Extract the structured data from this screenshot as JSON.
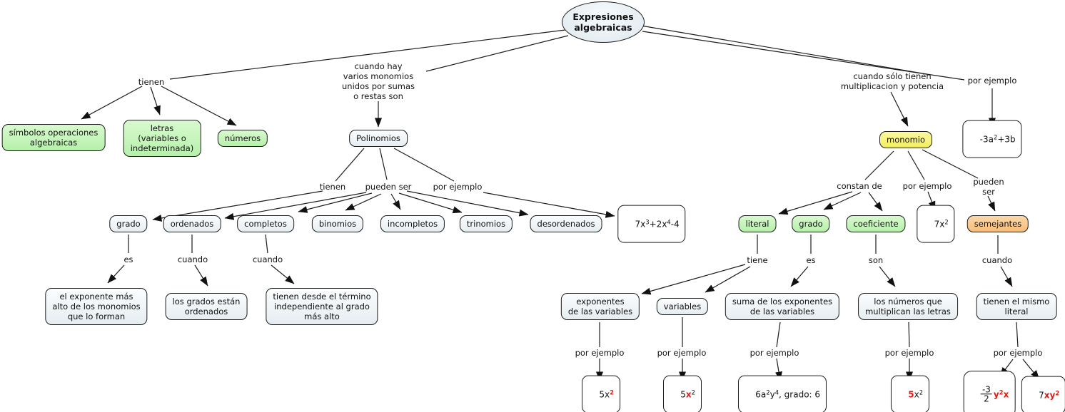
{
  "colors": {
    "concept_fill": "#e9f0f3",
    "example_green": "#c2f3b6",
    "monomio_yellow": "#f4f06a",
    "semejantes_orange": "#f9c285",
    "formula_red": "#dd1b15",
    "line_black": "#1c1c1c"
  },
  "nodes": {
    "root": "Expresiones\nalgebraicas",
    "simbolos": "símbolos operaciones\nalgebraicas",
    "letras": "letras\n(variables o\nindeterminada)",
    "numeros": "números",
    "polinomios": "Polinomios",
    "grado_pol": "grado",
    "ordenados": "ordenados",
    "completos": "completos",
    "binomios": "binomios",
    "incompletos": "incompletos",
    "trinomios": "trinomios",
    "desordenados": "desordenados",
    "exponente_alto": "el exponente más\nalto de los monomios\nque lo forman",
    "grados_ordenados": "los grados están\nordenados",
    "desde_termino": "tienen desde el término\nindependiente al grado\nmás alto",
    "monomio": "monomio",
    "literal": "literal",
    "grado_mono": "grado",
    "coeficiente": "coeficiente",
    "semejantes": "semejantes",
    "exponentes_variables": "exponentes\nde las variables",
    "variables": "variables",
    "suma_exponentes": "suma de los exponentes\nde las variables",
    "numeros_multiplican": "los números que\nmultiplican las letras",
    "mismo_literal": "tienen el mismo\nliteral"
  },
  "links": {
    "tienen_root": "tienen",
    "cuando_hay": "cuando hay\nvarios monomios\nunidos por sumas\no restas son",
    "tienen_pol": "tienen",
    "pueden_ser_pol": "pueden ser",
    "por_ejemplo_pol": "por ejemplo",
    "es_grado": "es",
    "cuando_ordenados": "cuando",
    "cuando_completos": "cuando",
    "cuando_solo": "cuando sólo tienen\nmultiplicacion y potencia",
    "por_ejemplo_root": "por ejemplo",
    "constan_de": "constan de",
    "por_ejemplo_mono": "por ejemplo",
    "pueden_ser_mono": "pueden\nser",
    "tiene_literal": "tiene",
    "es_grado2": "es",
    "son_coef": "son",
    "cuando_semejantes": "cuando",
    "por_ejemplo_exp": "por ejemplo",
    "por_ejemplo_var": "por ejemplo",
    "por_ejemplo_suma": "por ejemplo",
    "por_ejemplo_coef": "por ejemplo",
    "por_ejemplo_sem": "por ejemplo"
  },
  "formulas": {
    "poli_ej": {
      "p1": "7x",
      "s1": "3",
      "p2": "+2x",
      "s2": "4",
      "p3": "-4"
    },
    "mono_ej": {
      "p1": "-3a",
      "s1": "2",
      "p2": "+3b"
    },
    "mono_ej2": {
      "p1": "7x",
      "s1": "2"
    },
    "ej1": {
      "p1": "5x",
      "s1": "2"
    },
    "ej2": {
      "p1": "5",
      "x": "x",
      "s1": "2"
    },
    "ej3": {
      "p1": "6a",
      "s1": "2",
      "p2": "y",
      "s2": "4",
      "p3": ", grado: 6"
    },
    "ej4": {
      "p1": "5",
      "p2": "x",
      "s1": "2"
    },
    "ej5": {
      "num": "-3",
      "den": "2",
      "red1": "y",
      "reds": "2",
      "red2": "x"
    },
    "ej6": {
      "p1": "7",
      "red1": "xy",
      "reds": "2"
    }
  }
}
